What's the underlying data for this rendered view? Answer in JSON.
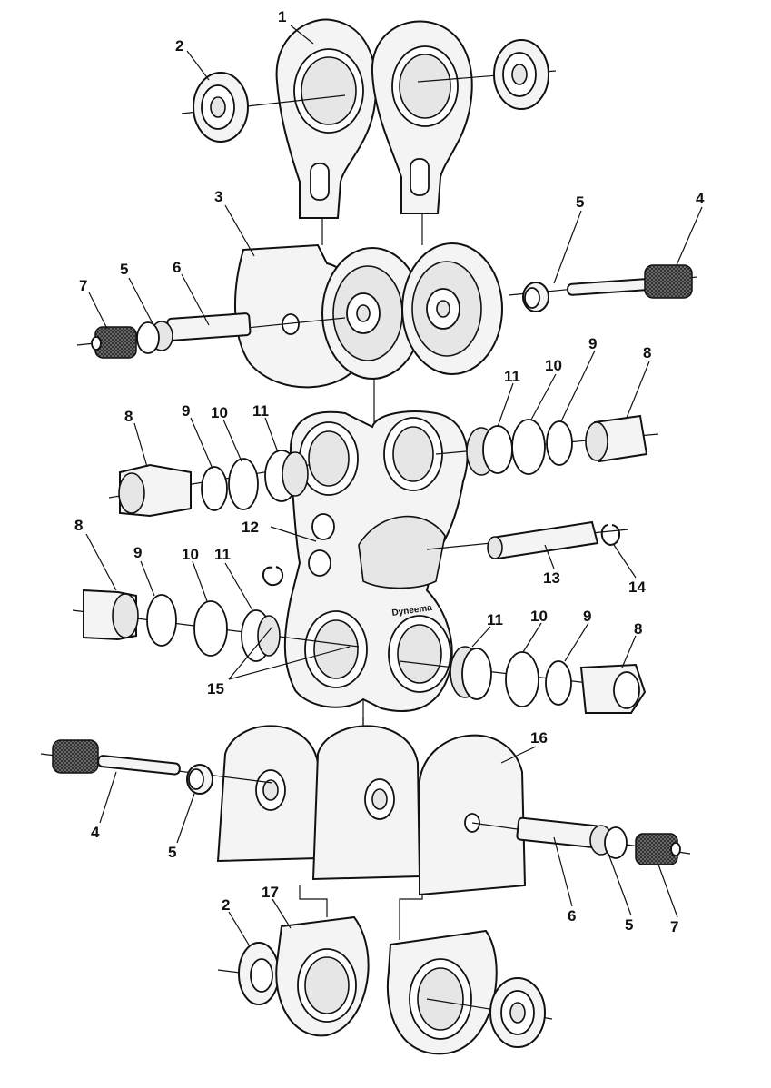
{
  "diagram": {
    "logo_text": "Dyneema",
    "callouts": [
      {
        "id": "c1",
        "label": "1"
      },
      {
        "id": "c2a",
        "label": "2"
      },
      {
        "id": "c3",
        "label": "3"
      },
      {
        "id": "c4a",
        "label": "4"
      },
      {
        "id": "c5a",
        "label": "5"
      },
      {
        "id": "c5b",
        "label": "5"
      },
      {
        "id": "c6a",
        "label": "6"
      },
      {
        "id": "c7a",
        "label": "7"
      },
      {
        "id": "c8a",
        "label": "8"
      },
      {
        "id": "c9a",
        "label": "9"
      },
      {
        "id": "c10a",
        "label": "10"
      },
      {
        "id": "c11a",
        "label": "11"
      },
      {
        "id": "c11b",
        "label": "11"
      },
      {
        "id": "c10b",
        "label": "10"
      },
      {
        "id": "c9b",
        "label": "9"
      },
      {
        "id": "c8b",
        "label": "8"
      },
      {
        "id": "c12",
        "label": "12"
      },
      {
        "id": "c8c",
        "label": "8"
      },
      {
        "id": "c9c",
        "label": "9"
      },
      {
        "id": "c10c",
        "label": "10"
      },
      {
        "id": "c11c",
        "label": "11"
      },
      {
        "id": "c13",
        "label": "13"
      },
      {
        "id": "c14",
        "label": "14"
      },
      {
        "id": "c11d",
        "label": "11"
      },
      {
        "id": "c10d",
        "label": "10"
      },
      {
        "id": "c9d",
        "label": "9"
      },
      {
        "id": "c8d",
        "label": "8"
      },
      {
        "id": "c15",
        "label": "15"
      },
      {
        "id": "c16",
        "label": "16"
      },
      {
        "id": "c4b",
        "label": "4"
      },
      {
        "id": "c5c",
        "label": "5"
      },
      {
        "id": "c6b",
        "label": "6"
      },
      {
        "id": "c5d",
        "label": "5"
      },
      {
        "id": "c7b",
        "label": "7"
      },
      {
        "id": "c2b",
        "label": "2"
      },
      {
        "id": "c17",
        "label": "17"
      }
    ]
  }
}
